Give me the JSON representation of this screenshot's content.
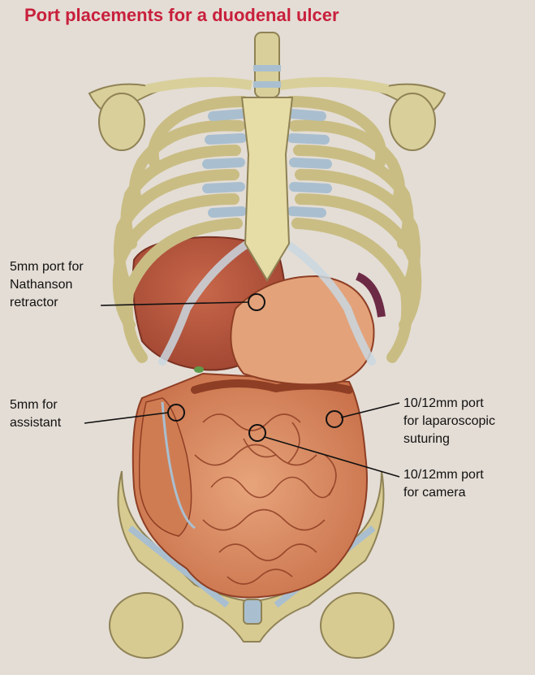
{
  "title": "Port placements for a duodenal ulcer",
  "labels": {
    "nathanson": [
      "5mm port for",
      "Nathanson",
      "retractor"
    ],
    "assistant": [
      "5mm for",
      "assistant"
    ],
    "suturing": [
      "10/12mm port",
      "for laparoscopic",
      "suturing"
    ],
    "camera": [
      "10/12mm port",
      "for camera"
    ]
  },
  "colors": {
    "title": "#c8203c",
    "background": "#e4ddd5",
    "bone": "#d9cf9a",
    "cartilage": "#a9bfd0",
    "organ": "#d98a5e",
    "liver": "#b8553b"
  }
}
